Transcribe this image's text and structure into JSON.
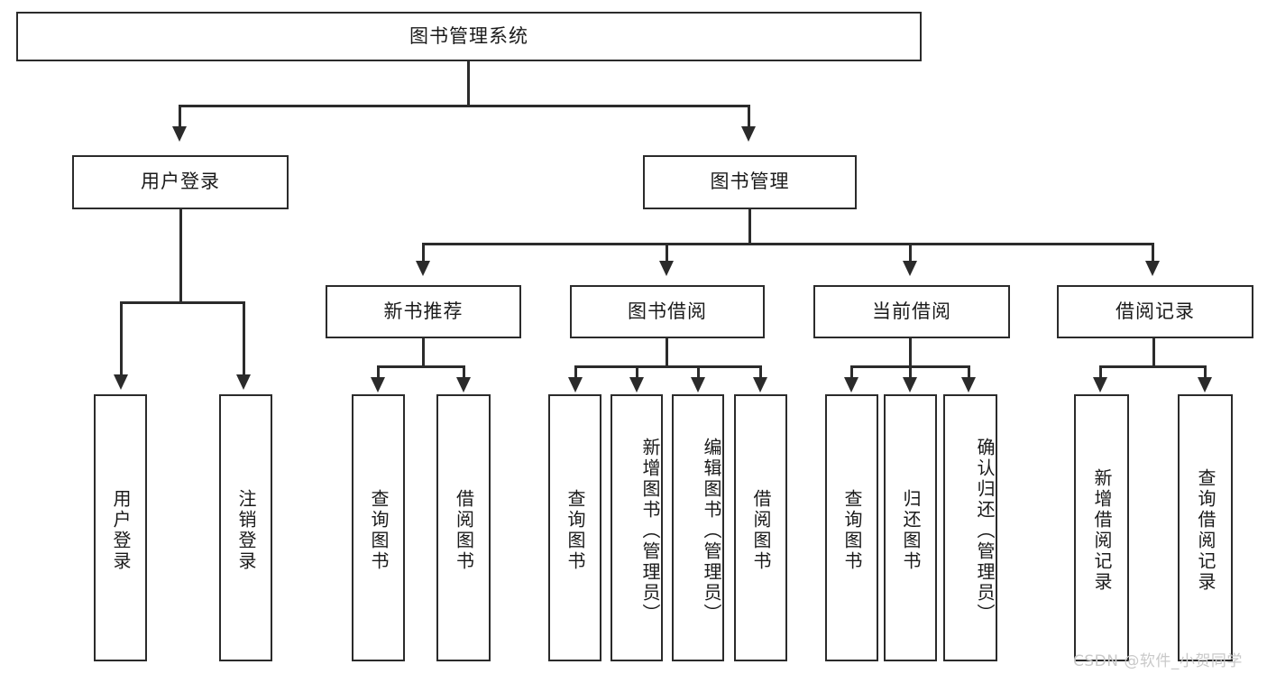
{
  "diagram": {
    "title": "图书管理系统",
    "type": "tree-hierarchy-chart",
    "root": {
      "label": "图书管理系统"
    },
    "level2": [
      {
        "label": "用户登录"
      },
      {
        "label": "图书管理"
      }
    ],
    "level3": [
      {
        "label": "新书推荐"
      },
      {
        "label": "图书借阅"
      },
      {
        "label": "当前借阅"
      },
      {
        "label": "借阅记录"
      }
    ],
    "leaves": {
      "user_login": [
        {
          "label": "用户登录"
        },
        {
          "label": "注销登录"
        }
      ],
      "new_book_recommend": [
        {
          "label": "查询图书"
        },
        {
          "label": "借阅图书"
        }
      ],
      "book_borrow": [
        {
          "label": "查询图书"
        },
        {
          "label": "新增图书（管理员）"
        },
        {
          "label": "编辑图书（管理员）"
        },
        {
          "label": "借阅图书"
        }
      ],
      "current_borrow": [
        {
          "label": "查询图书"
        },
        {
          "label": "归还图书"
        },
        {
          "label": "确认归还（管理员）"
        }
      ],
      "borrow_record": [
        {
          "label": "新增借阅记录"
        },
        {
          "label": "查询借阅记录"
        }
      ]
    }
  },
  "watermark": {
    "text": "CSDN @软件_小贺同学"
  },
  "colors": {
    "stroke": "#2b2b2b",
    "background": "#ffffff",
    "text": "#1a1a1a",
    "watermark": "#c9c9c9"
  }
}
